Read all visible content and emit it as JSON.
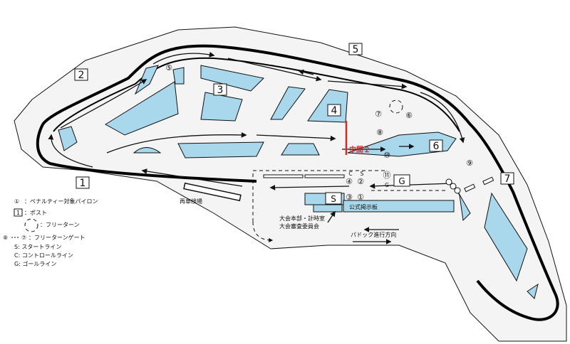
{
  "posts": [
    {
      "id": "post-1",
      "label": "1"
    },
    {
      "id": "post-2",
      "label": "2"
    },
    {
      "id": "post-3",
      "label": "3"
    },
    {
      "id": "post-4",
      "label": "4"
    },
    {
      "id": "post-5",
      "label": "5"
    },
    {
      "id": "post-6",
      "label": "6"
    },
    {
      "id": "post-7",
      "label": "7"
    }
  ],
  "pylons": [
    "①",
    "②",
    "③",
    "④",
    "⑤",
    "⑥",
    "⑦",
    "⑧",
    "⑨",
    "⑩",
    "⑪"
  ],
  "checkpoint": "中間２",
  "lines": {
    "s": "S",
    "g": "G",
    "c": "C",
    "s_small": "S",
    "g_small": "G"
  },
  "labels": {
    "official_board": "公式掲示板",
    "hq_line1": "大会本部・計時室",
    "hq_line2": "大会審査委員会",
    "paddock_dir": "パドック進行方向",
    "reinspection": "再車検場"
  },
  "legend": {
    "pylon_marker": "①",
    "pylon_text": "：ペナルティー対象パイロン",
    "post_marker": "1",
    "post_text": "：ポスト",
    "free_turn_text": "：フリーターン",
    "gate_from": "⑧",
    "gate_to": "⑦",
    "gate_text": "：フリーターンゲート",
    "start_text": "S: スタートライン",
    "control_text": "C: コントロールライン",
    "goal_text": "G: ゴールライン"
  }
}
